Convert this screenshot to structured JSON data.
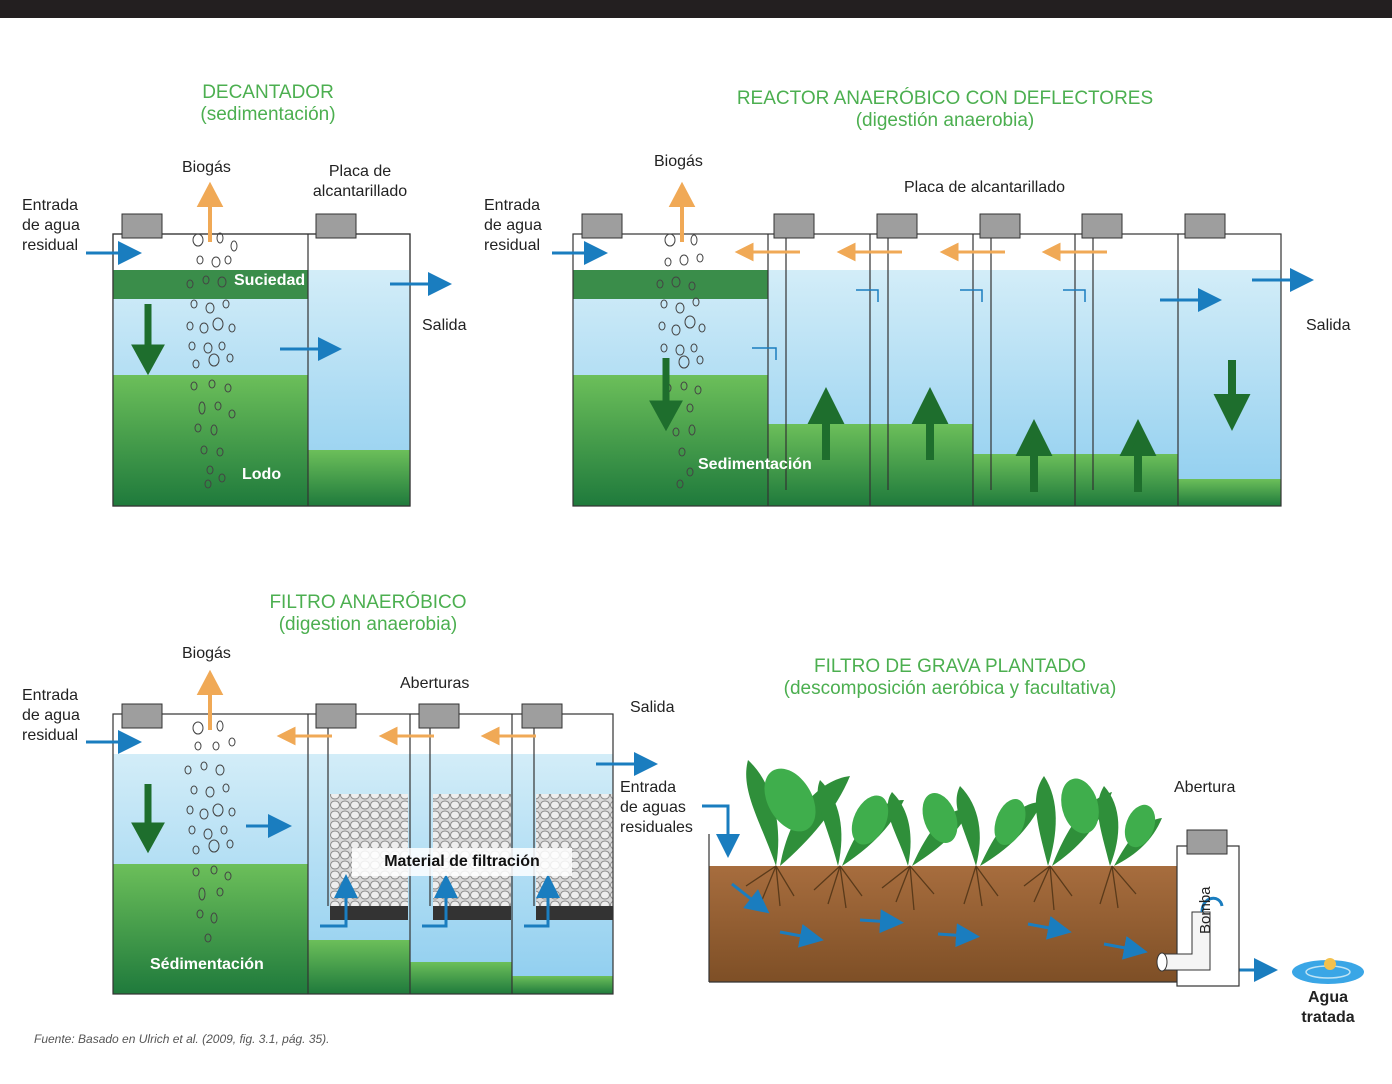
{
  "colors": {
    "title": "#4caf50",
    "water": "#bfe3f4",
    "sludge": "#3e9a48",
    "arrow_water": "#1a7dbf",
    "arrow_gas": "#f0a956"
  },
  "decantador": {
    "title": "DECANTADOR",
    "subtitle": "(sedimentación)",
    "biogas": "Biogás",
    "placa": "Placa de alcantarillado",
    "entrada": [
      "Entrada",
      "de agua",
      "residual"
    ],
    "salida": "Salida",
    "suciedad": "Suciedad",
    "lodo": "Lodo"
  },
  "reactor": {
    "title": "REACTOR ANAERÓBICO CON DEFLECTORES",
    "subtitle": "(digestión anaerobia)",
    "biogas": "Biogás",
    "placa": "Placa de alcantarillado",
    "entrada": [
      "Entrada",
      "de agua",
      "residual"
    ],
    "salida": "Salida",
    "sedimentacion": "Sedimentación"
  },
  "filtro": {
    "title": "FILTRO ANAERÓBICO",
    "subtitle": "(digestion anaerobia)",
    "biogas": "Biogás",
    "aberturas": "Aberturas",
    "entrada": [
      "Entrada",
      "de agua",
      "residual"
    ],
    "salida": "Salida",
    "material": "Material de filtración",
    "sedimentacion": "Sédimentación"
  },
  "grava": {
    "title": "FILTRO DE GRAVA PLANTADO",
    "subtitle": "(descomposición aeróbica y facultativa)",
    "entrada": [
      "Entrada",
      "de aguas",
      "residuales"
    ],
    "abertura": "Abertura",
    "bomba": "Bomba",
    "agua": [
      "Agua",
      "tratada"
    ]
  },
  "source": "Fuente: Basado en Ulrich et al. (2009, fig. 3.1, pág. 35)."
}
